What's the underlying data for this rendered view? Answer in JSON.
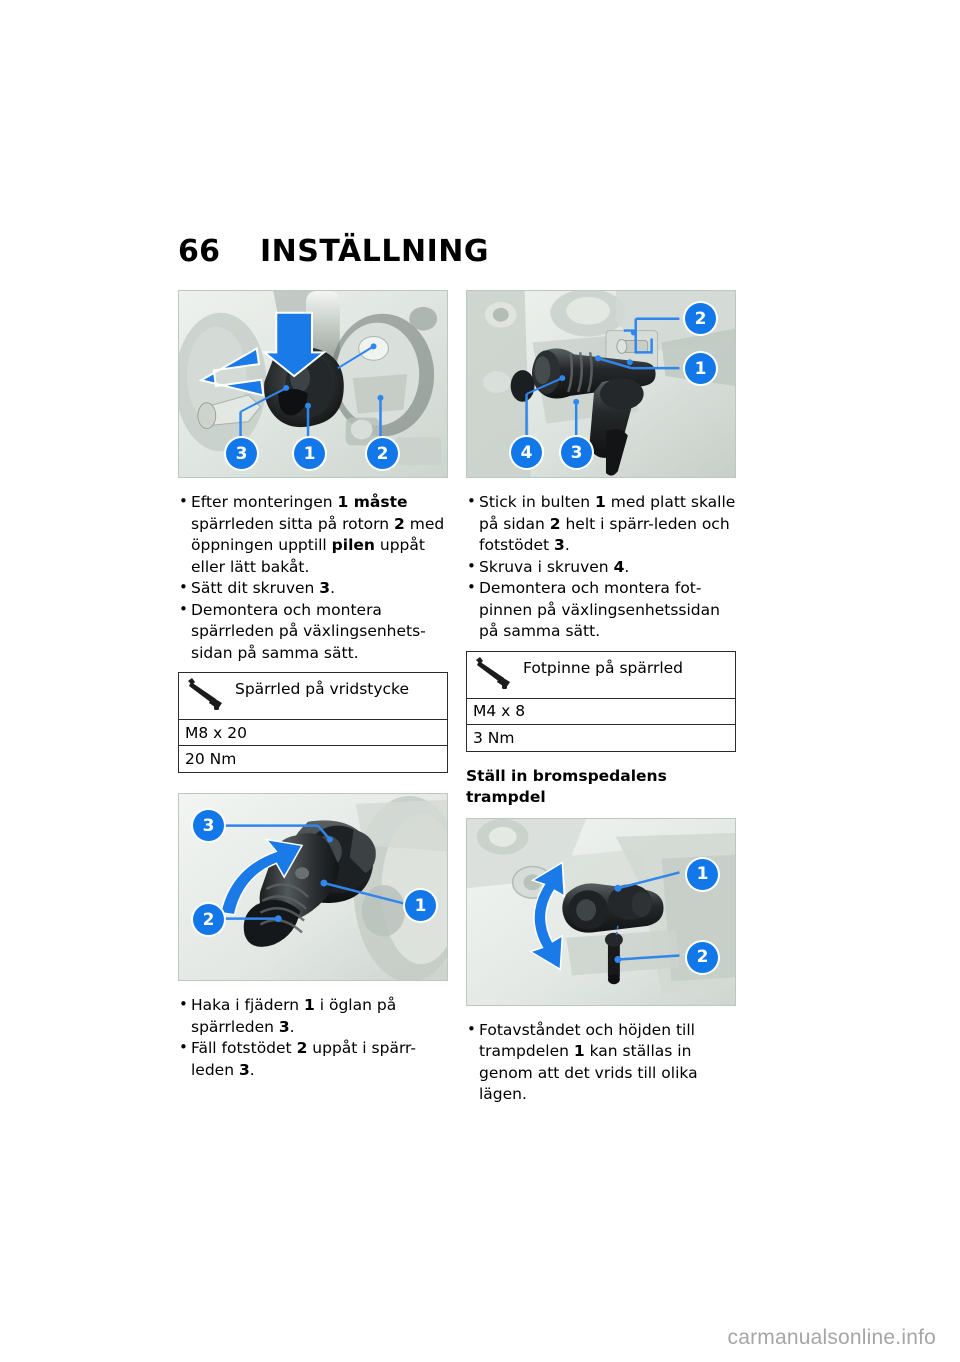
{
  "header": {
    "page_number": "66",
    "title": "INSTÄLLNING"
  },
  "left_column": {
    "figure_top": {
      "name": "spaerrled-pa-vridstycke-photo",
      "callouts": [
        "3",
        "1",
        "2"
      ]
    },
    "bullets_top": [
      "Efter monteringen 1 måste spärrleden sitta på rotorn 2 med öppningen upptill pilen uppåt eller lätt bakåt.",
      "Sätt dit skruven 3.",
      "Demontera och montera spärrleden på växlingsenhets-sidan på samma sätt."
    ],
    "table": {
      "icon": "torque-wrench-icon",
      "title": "Spärrled på vridstycke",
      "thread": "M8 x 20",
      "torque": "20 Nm"
    },
    "figure_bottom": {
      "name": "fotstod-spaerrled-photo",
      "callouts": [
        "3",
        "2",
        "1"
      ]
    },
    "bullets_bottom": [
      "Haka i fjädern 1 i öglan på spärrleden 3.",
      "Fäll fotstödet 2 uppåt i spärr-leden 3."
    ]
  },
  "right_column": {
    "figure_top": {
      "name": "fotpinne-spaerrled-photo",
      "callouts": [
        "2",
        "1",
        "4",
        "3"
      ]
    },
    "bullets_top": [
      "Stick in bulten 1 med platt skalle på sidan 2 helt i spärr-leden och fotstödet 3.",
      "Skruva i skruven 4.",
      "Demontera och montera fot-pinnen på växlingsenhetssidan på samma sätt."
    ],
    "table": {
      "icon": "torque-wrench-icon",
      "title": "Fotpinne på spärrled",
      "thread": "M4 x 8",
      "torque": "3 Nm"
    },
    "section_heading": "Ställ in bromspedalens trampdel",
    "figure_bottom": {
      "name": "bromspedal-trampdel-photo",
      "callouts": [
        "1",
        "2"
      ]
    },
    "bullets_bottom": [
      "Fotavståndet och höjden till trampdelen 1 kan ställas in genom att det vrids till olika lägen."
    ]
  },
  "footer": {
    "watermark": "carmanualsonline.info"
  },
  "colors": {
    "callout_blue": "#1277e8",
    "arrow_blue": "#1a7ae8",
    "figure_border": "#bcc6c2",
    "watermark_gray": "#a6a6a6"
  }
}
